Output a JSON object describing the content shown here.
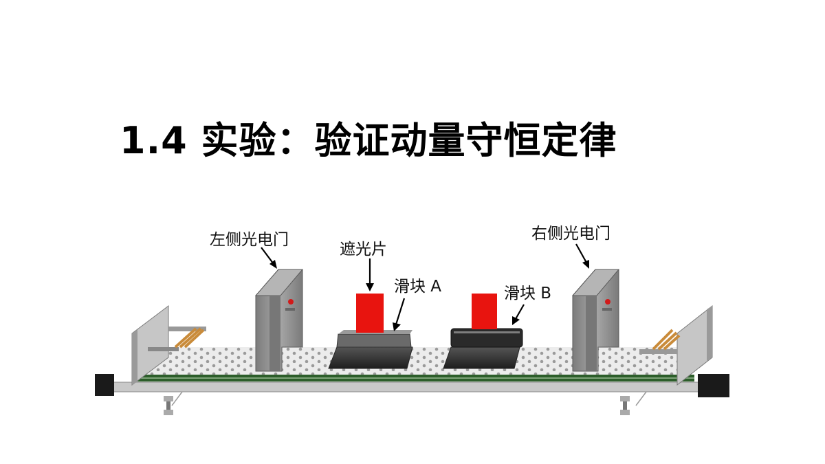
{
  "slide": {
    "title": "1.4  实验：验证动量守恒定律"
  },
  "diagram": {
    "labels": {
      "left_gate": "左侧光电门",
      "shutter": "遮光片",
      "slider_a": "滑块 A",
      "slider_b": "滑块 B",
      "right_gate": "右侧光电门"
    },
    "colors": {
      "shutter_red": "#e8140f",
      "rail_green": "#2c5e2a",
      "gate_gray": "#8d8d8d",
      "slider_dark": "#3a3a3a"
    }
  }
}
